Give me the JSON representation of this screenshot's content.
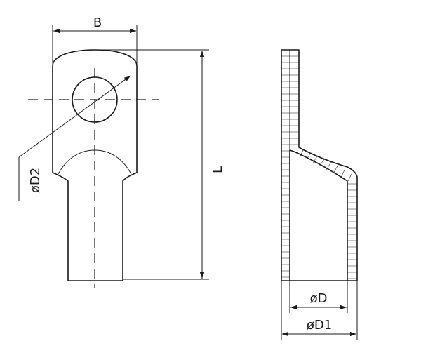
{
  "drawing": {
    "views": [
      "front-view",
      "side-section-view"
    ],
    "labels": {
      "width": "B",
      "length": "L",
      "hole_diameter": "øD2",
      "inner_diameter": "øD",
      "outer_diameter": "øD1"
    }
  }
}
